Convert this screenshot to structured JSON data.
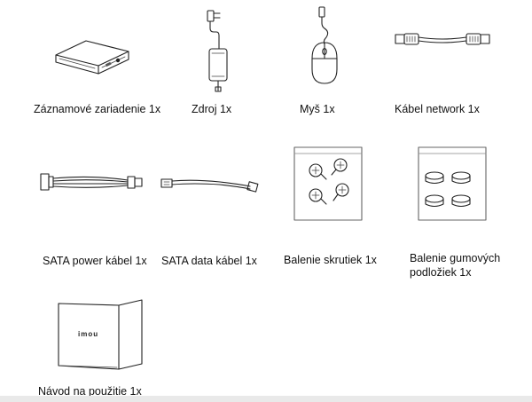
{
  "items": [
    {
      "label": "Záznamové zariadenie 1x",
      "icon": "recorder-device-icon"
    },
    {
      "label": "Zdroj 1x",
      "icon": "power-adapter-icon"
    },
    {
      "label": "Myš 1x",
      "icon": "mouse-icon"
    },
    {
      "label": "Kábel network 1x",
      "icon": "network-cable-icon"
    },
    {
      "label": "SATA power kábel 1x",
      "icon": "sata-power-cable-icon"
    },
    {
      "label": "SATA data kábel 1x",
      "icon": "sata-data-cable-icon"
    },
    {
      "label": "Balenie skrutiek 1x",
      "icon": "screw-bag-icon"
    },
    {
      "label": "Balenie gumových podložiek 1x",
      "icon": "rubber-feet-bag-icon"
    },
    {
      "label": "Návod na použitie 1x",
      "icon": "user-manual-icon"
    }
  ],
  "manual_brand": "imou"
}
